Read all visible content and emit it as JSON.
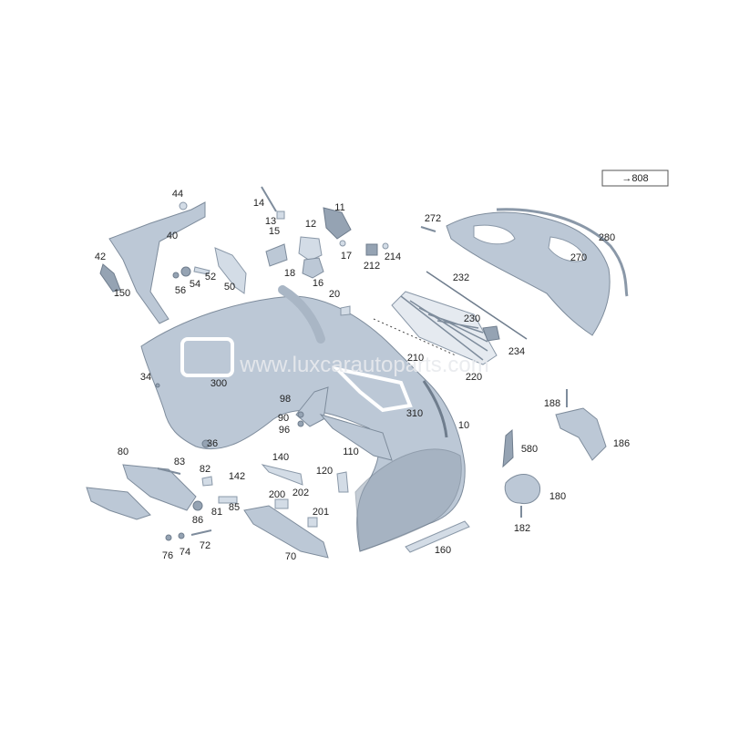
{
  "watermark": "www.luxcarautoparts.com",
  "reference_box": "→808",
  "callouts": [
    "44",
    "14",
    "13",
    "15",
    "12",
    "11",
    "272",
    "280",
    "270",
    "40",
    "42",
    "52",
    "54",
    "56",
    "50",
    "150",
    "18",
    "16",
    "17",
    "212",
    "214",
    "232",
    "20",
    "230",
    "234",
    "210",
    "220",
    "34",
    "300",
    "98",
    "90",
    "96",
    "36",
    "310",
    "10",
    "188",
    "186",
    "580",
    "180",
    "182",
    "80",
    "83",
    "82",
    "142",
    "140",
    "120",
    "110",
    "202",
    "200",
    "201",
    "81",
    "85",
    "86",
    "72",
    "74",
    "76",
    "70",
    "160"
  ]
}
